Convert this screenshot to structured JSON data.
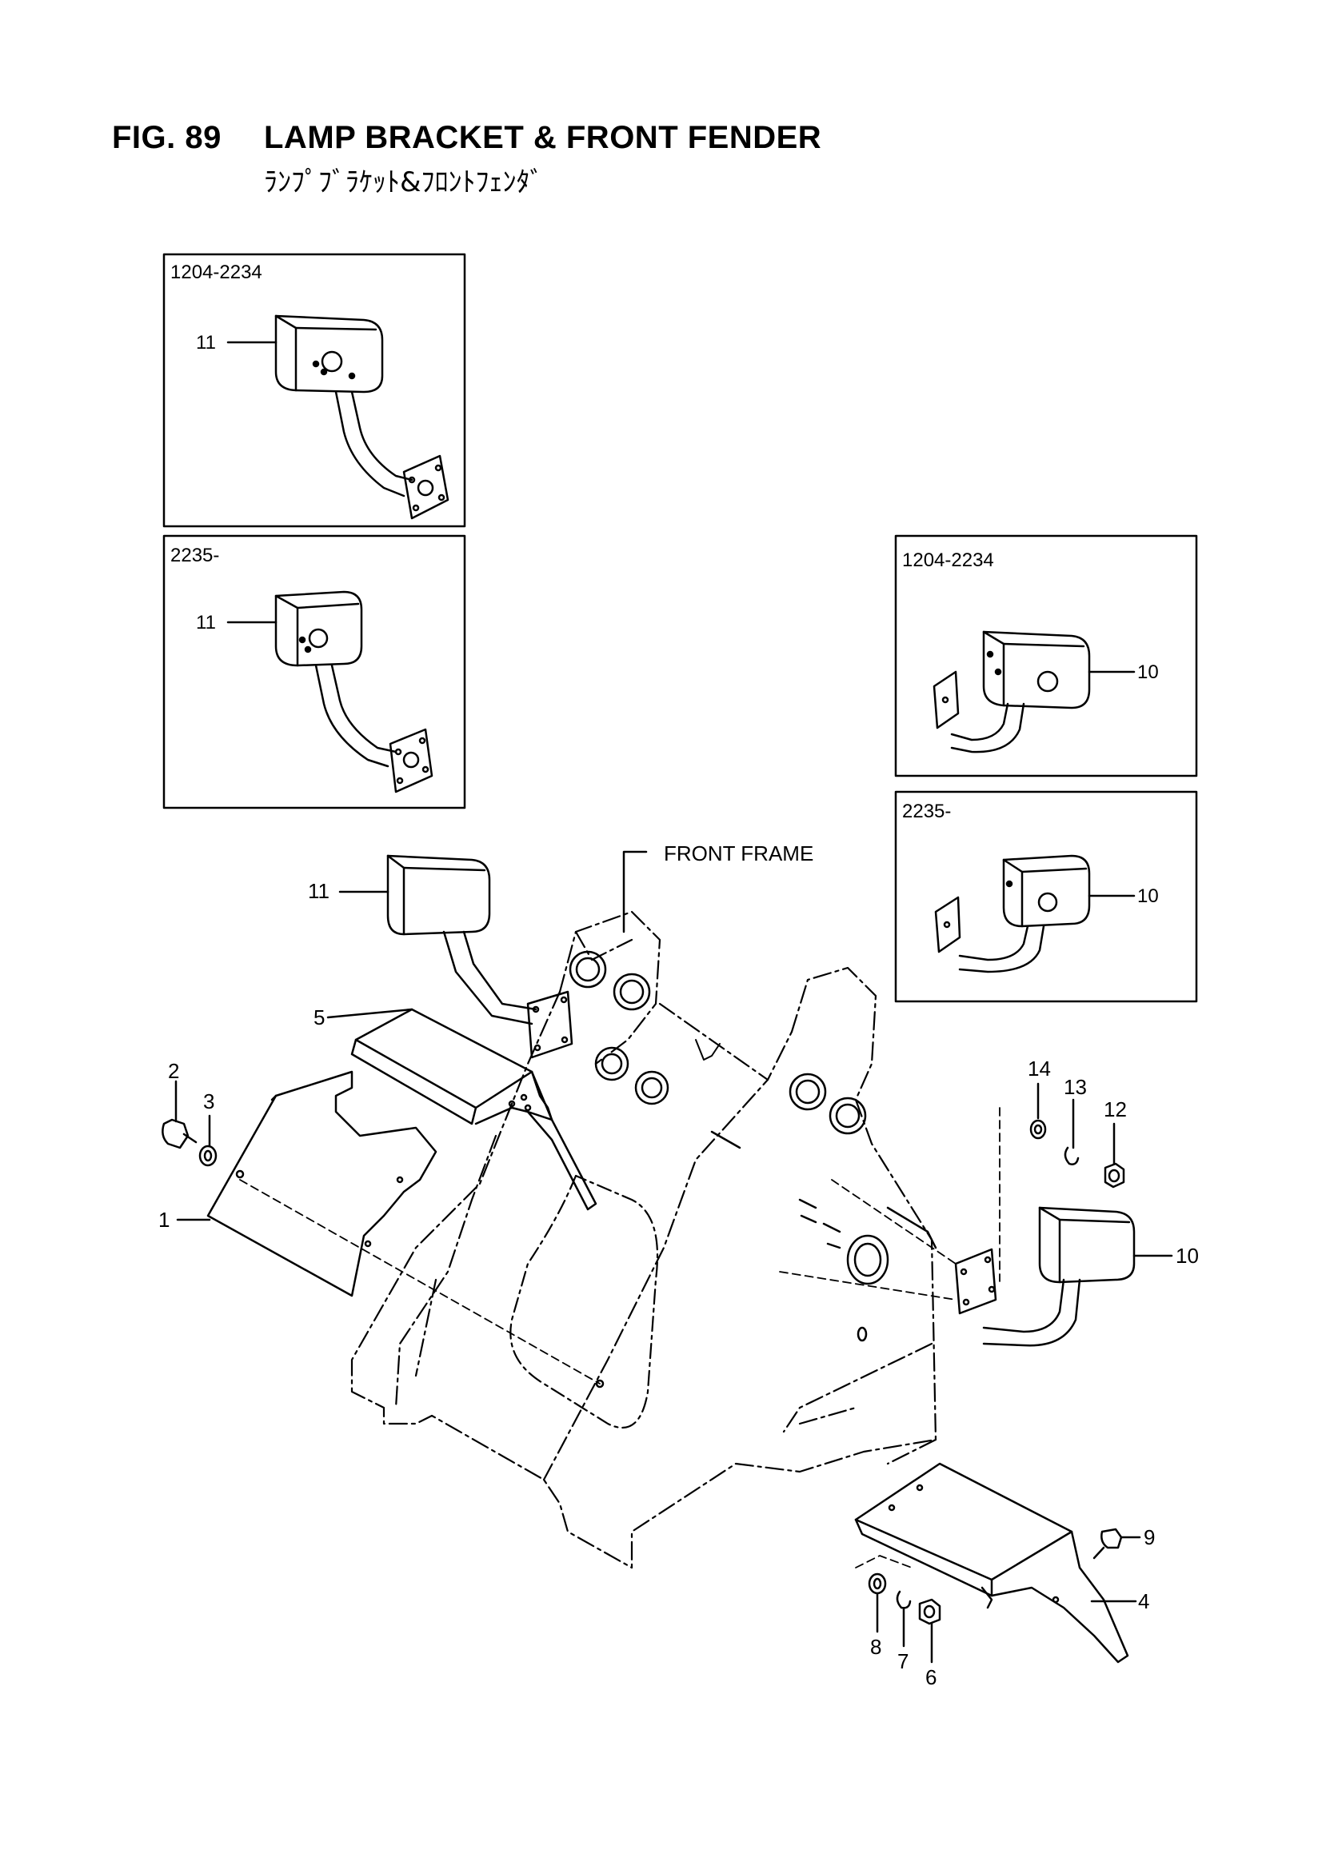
{
  "header": {
    "figure_number": "FIG. 89",
    "title": "LAMP BRACKET & FRONT FENDER",
    "title_jp": "ﾗﾝﾌﾟﾌﾞﾗｹｯﾄ&ﾌﾛﾝﾄﾌｪﾝﾀﾞ"
  },
  "insets": [
    {
      "serial_range": "1204-2234",
      "part_callout": "11"
    },
    {
      "serial_range": "2235-",
      "part_callout": "11"
    },
    {
      "serial_range": "1204-2234",
      "part_callout": "10"
    },
    {
      "serial_range": "2235-",
      "part_callout": "10"
    }
  ],
  "labels": {
    "front_frame": "FRONT FRAME"
  },
  "callouts": [
    "1",
    "2",
    "3",
    "4",
    "5",
    "6",
    "7",
    "8",
    "9",
    "10",
    "11",
    "12",
    "13",
    "14"
  ]
}
